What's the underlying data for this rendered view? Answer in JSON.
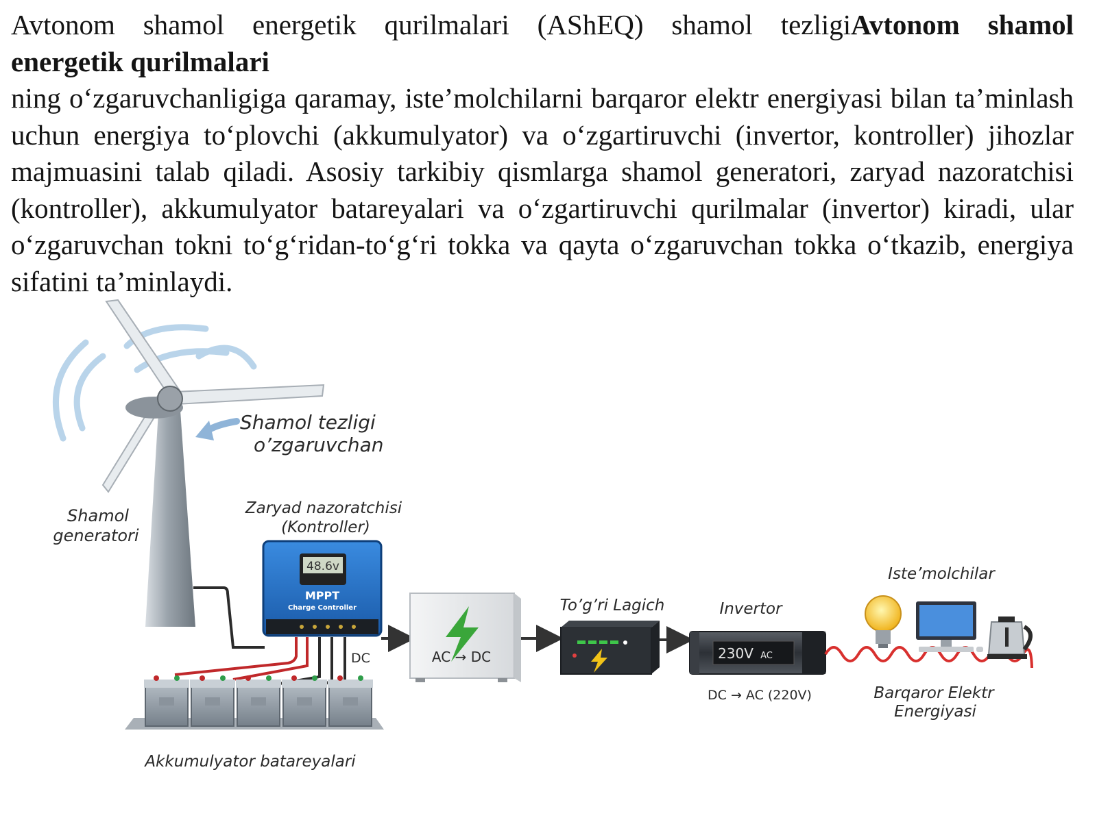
{
  "paragraph": {
    "line1_plain": "Avtonom shamol energetik qurilmalari (AShEQ) shamol tezligi",
    "line1_bold": "Avtonom shamol",
    "line2_bold": "energetik qurilmalari",
    "body": "ning o‘zgaruvchanligiga qaramay, iste’molchilarni barqaror elektr energiyasi bilan ta’minlash uchun energiya to‘plovchi (akkumulyator) va o‘zgartiruvchi (invertor, kontroller) jihozlar majmuasini talab qiladi. Asosiy tarkibiy qismlarga shamol generatori, zaryad nazoratchisi (kontroller), akkumulyator batareyalari va o‘zgartiruvchi qurilmalar (invertor) kiradi, ular o‘zgaruvchan tokni to‘g‘ridan-to‘g‘ri tokka va qayta o‘zgaruvchan tokka o‘tkazib, energiya sifatini ta’minlaydi."
  },
  "diagram": {
    "wind_speed_label_1": "Shamol tezligi",
    "wind_speed_label_2": "o’zgaruvchan",
    "generator_label_1": "Shamol",
    "generator_label_2": "generatori",
    "controller_label_1": "Zaryad nazoratchisi",
    "controller_label_2": "(Kontroller)",
    "controller_display": "48.6v",
    "controller_brand": "MPPT",
    "controller_sub": "Charge Controller",
    "dc_label": "DC",
    "rectifier_box_label": "AC → DC",
    "regulator_label": "To’g’ri Lagich",
    "inverter_label": "Invertor",
    "inverter_display_main": "230V",
    "inverter_display_unit": "AC",
    "inverter_caption": "DC → AC (220V)",
    "consumers_label": "Iste’molchilar",
    "stable_label_1": "Barqaror Elektr",
    "stable_label_2": "Energiyasi",
    "batteries_label": "Akkumulyator batareyalari"
  },
  "colors": {
    "controller_blue": "#1f6fc4",
    "wire_red": "#c0282a",
    "wave_red": "#d8302e",
    "lightning_green": "#3aa63a",
    "lightning_yellow": "#f2c318"
  }
}
